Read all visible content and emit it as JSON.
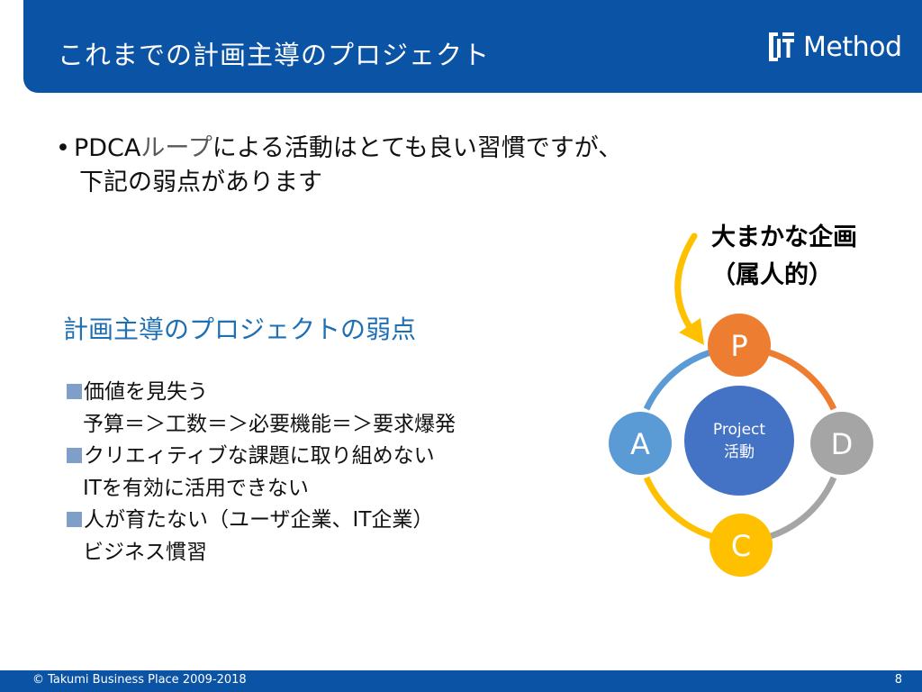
{
  "header": {
    "title": "これまでの計画主導のプロジェクト",
    "logo_text": "Method"
  },
  "bullet": {
    "symbol": "•",
    "prefix": "PDCA",
    "highlight": "ループ",
    "suffix": "による活動はとても良い習慣ですが、",
    "line2": "下記の弱点があります"
  },
  "weakness": {
    "title": "計画主導のプロジェクトの弱点",
    "items": [
      "価値を見失う",
      "予算＝＞工数＝＞必要機能＝＞要求爆発",
      "クリエィティブな課題に取り組めない",
      "ITを有効に活用できない",
      "人が育たない（ユーザ企業、IT企業）",
      "ビジネス慣習"
    ]
  },
  "plan_note": {
    "line1": "大まかな企画",
    "line2": "（属人的）"
  },
  "cycle": {
    "center_line1": "Project",
    "center_line2": "活動",
    "p": "P",
    "d": "D",
    "c": "C",
    "a": "A",
    "colors": {
      "p": "#ed7d31",
      "d": "#a5a5a5",
      "c": "#ffc000",
      "a": "#5b9bd5",
      "center": "#4472c4",
      "arrow": "#ffc000"
    }
  },
  "footer": {
    "copyright": "© Takumi Business Place 2009-2018",
    "page": "8"
  }
}
